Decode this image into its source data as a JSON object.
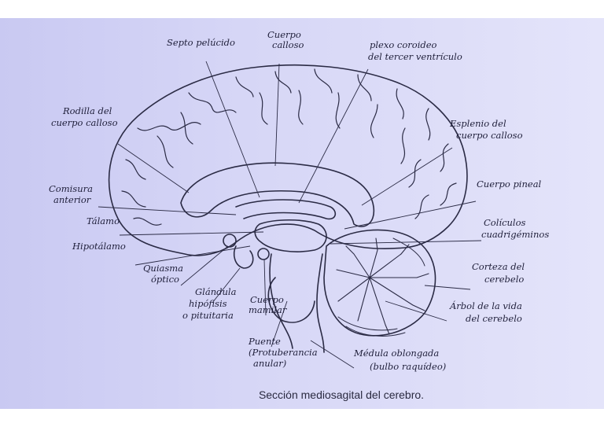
{
  "caption": "Sección mediosagital del cerebro.",
  "labels": {
    "septo_pelucido": "Septo pelúcido",
    "cuerpo_calloso": [
      "Cuerpo",
      "calloso"
    ],
    "plexo_coroideo": [
      "plexo coroideo",
      "del tercer ventrículo"
    ],
    "rodilla": [
      "Rodilla del",
      "cuerpo calloso"
    ],
    "esplenio": [
      "Esplenio del",
      "cuerpo calloso"
    ],
    "comisura": [
      "Comisura",
      "anterior"
    ],
    "cuerpo_pineal": "Cuerpo pineal",
    "talamo": "Tálamo",
    "coliculos": [
      "Colículos",
      "cuadrigéminos"
    ],
    "hipotalamo": "Hipotálamo",
    "corteza_cerebelo": [
      "Corteza del",
      "cerebelo"
    ],
    "quiasma": [
      "Quiasma",
      "óptico"
    ],
    "glandula": [
      "Glándula",
      "hipófisis",
      "o pituitaria"
    ],
    "cuerpo_mamilar": [
      "Cuerpo",
      "mamilar"
    ],
    "arbol_vida": [
      "Árbol de la vida",
      "del cerebelo"
    ],
    "puente": [
      "Puente",
      "(Protuberancia",
      "anular)"
    ],
    "medula": [
      "Médula oblongada",
      "(bulbo raquídeo)"
    ]
  },
  "colors": {
    "ink": "#1f1f3a",
    "paper": "#d6d6f6"
  }
}
